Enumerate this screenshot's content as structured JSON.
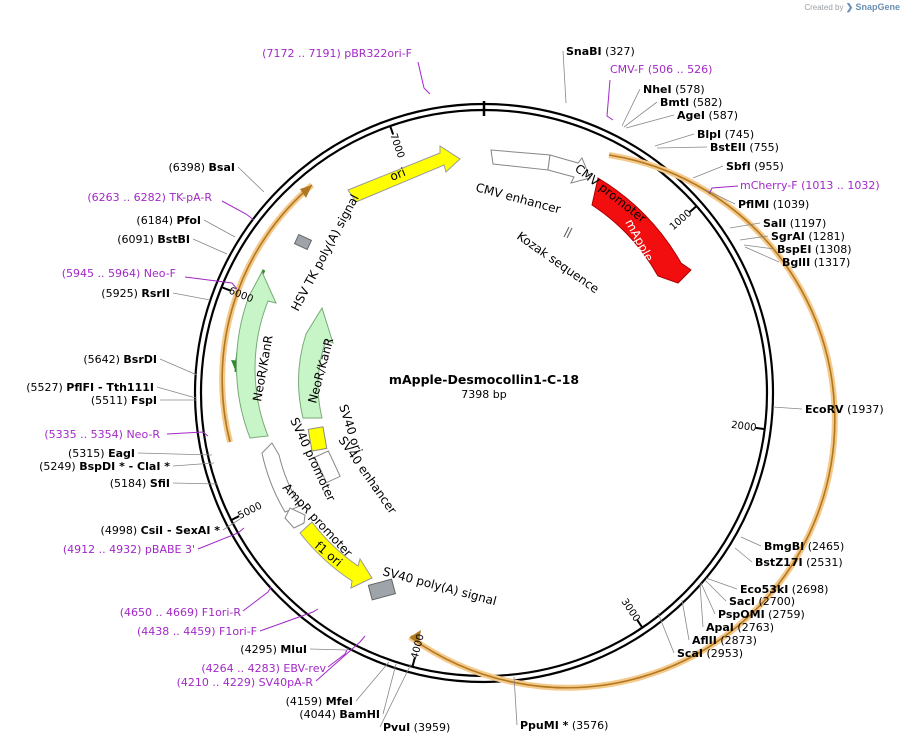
{
  "credit": {
    "prefix": "Created by",
    "brand": "SnapGene"
  },
  "plasmid": {
    "name": "mApple-Desmocollin1-C-18",
    "size": "7398 bp"
  },
  "ticks": [
    "1000",
    "2000",
    "3000",
    "4000",
    "5000",
    "6000",
    "7000"
  ],
  "enzymes": [
    {
      "id": "snabi",
      "name": "SnaBI",
      "pos": "(327)"
    },
    {
      "id": "nhei",
      "name": "NheI",
      "pos": "(578)"
    },
    {
      "id": "bmti",
      "name": "BmtI",
      "pos": "(582)"
    },
    {
      "id": "agei",
      "name": "AgeI",
      "pos": "(587)"
    },
    {
      "id": "blpi",
      "name": "BlpI",
      "pos": "(745)"
    },
    {
      "id": "bsteii",
      "name": "BstEII",
      "pos": "(755)"
    },
    {
      "id": "sbfi",
      "name": "SbfI",
      "pos": "(955)"
    },
    {
      "id": "pflmi",
      "name": "PflMI",
      "pos": "(1039)"
    },
    {
      "id": "sali",
      "name": "SalI",
      "pos": "(1197)"
    },
    {
      "id": "sgrai",
      "name": "SgrAI",
      "pos": "(1281)"
    },
    {
      "id": "bspei",
      "name": "BspEI",
      "pos": "(1308)"
    },
    {
      "id": "bglii",
      "name": "BglII",
      "pos": "(1317)"
    },
    {
      "id": "ecorv",
      "name": "EcoRV",
      "pos": "(1937)"
    },
    {
      "id": "bmgbi",
      "name": "BmgBI",
      "pos": "(2465)"
    },
    {
      "id": "bstz17i",
      "name": "BstZ17I",
      "pos": "(2531)"
    },
    {
      "id": "eco53ki",
      "name": "Eco53kI",
      "pos": "(2698)"
    },
    {
      "id": "saci",
      "name": "SacI",
      "pos": "(2700)"
    },
    {
      "id": "pspomi",
      "name": "PspOMI",
      "pos": "(2759)"
    },
    {
      "id": "apai",
      "name": "ApaI",
      "pos": "(2763)"
    },
    {
      "id": "aflii",
      "name": "AflII",
      "pos": "(2873)"
    },
    {
      "id": "scai",
      "name": "ScaI",
      "pos": "(2953)"
    },
    {
      "id": "ppumi",
      "name": "PpuMI *",
      "pos": "(3576)"
    },
    {
      "id": "pvui",
      "name": "PvuI",
      "pos": "(3959)"
    },
    {
      "id": "bamhi",
      "name": "BamHI",
      "pos": "(4044)"
    },
    {
      "id": "mfei",
      "name": "MfeI",
      "pos": "(4159)"
    },
    {
      "id": "mlui",
      "name": "MluI",
      "pos": "(4295)"
    },
    {
      "id": "sexai",
      "name": "CsiI  -  SexAI *",
      "pos": "(4998)"
    },
    {
      "id": "sfii",
      "name": "SfiI",
      "pos": "(5184)"
    },
    {
      "id": "clai",
      "name": "BspDI *  -  ClaI *",
      "pos": "(5249)"
    },
    {
      "id": "eagi",
      "name": "EagI",
      "pos": "(5315)"
    },
    {
      "id": "fspi",
      "name": "FspI",
      "pos": "(5511)"
    },
    {
      "id": "tth111i",
      "name": "PflFI  -  Tth111I",
      "pos": "(5527)"
    },
    {
      "id": "bsrdi",
      "name": "BsrDI",
      "pos": "(5642)"
    },
    {
      "id": "rsrii",
      "name": "RsrII",
      "pos": "(5925)"
    },
    {
      "id": "bstbi",
      "name": "BstBI",
      "pos": "(6091)"
    },
    {
      "id": "pfoi",
      "name": "PfoI",
      "pos": "(6184)"
    },
    {
      "id": "bsai",
      "name": "BsaI",
      "pos": "(6398)"
    }
  ],
  "primers": [
    {
      "id": "pbr322ori",
      "name": "pBR322ori-F",
      "range": "(7172 .. 7191)"
    },
    {
      "id": "cmvf",
      "name": "CMV-F",
      "range": "(506 .. 526)"
    },
    {
      "id": "mcherryf",
      "name": "mCherry-F",
      "range": "(1013 .. 1032)"
    },
    {
      "id": "tkpar",
      "name": "TK-pA-R",
      "range": "(6263 .. 6282)"
    },
    {
      "id": "neof",
      "name": "Neo-F",
      "range": "(5945 .. 5964)"
    },
    {
      "id": "neor",
      "name": "Neo-R",
      "range": "(5335 .. 5354)"
    },
    {
      "id": "pbabe3",
      "name": "pBABE 3'",
      "range": "(4912 .. 4932)"
    },
    {
      "id": "f1orir",
      "name": "F1ori-R",
      "range": "(4650 .. 4669)"
    },
    {
      "id": "f1orif",
      "name": "F1ori-F",
      "range": "(4438 .. 4459)"
    },
    {
      "id": "ebvrev",
      "name": "EBV-rev",
      "range": "(4264 .. 4283)"
    },
    {
      "id": "sv40par",
      "name": "SV40pA-R",
      "range": "(4210 .. 4229)"
    }
  ],
  "features": {
    "mapple": "mApple",
    "cmv_enhancer": "CMV enhancer",
    "cmv_promoter": "CMV promoter",
    "kozak": "Kozak sequence",
    "ori": "ori",
    "hsv_tk": "HSV TK poly(A) signal",
    "neokan_outer": "NeoR/KanR",
    "neokan_inner": "NeoR/KanR",
    "sv40_ori": "SV40 ori",
    "sv40_enhancer": "SV40 enhancer",
    "sv40_promoter": "SV40 promoter",
    "ampr_promoter": "AmpR promoter",
    "f1ori": "f1 ori",
    "sv40_polya": "SV40 poly(A) signal"
  },
  "colors": {
    "mapple": "#f20e0e",
    "ori": "#ffff00",
    "neokan": "#c8f5c8",
    "neokan_dark": "#2e8b2e",
    "orf": "#f5a623",
    "primer": "#a328c8",
    "polya": "#9ea4aa"
  }
}
